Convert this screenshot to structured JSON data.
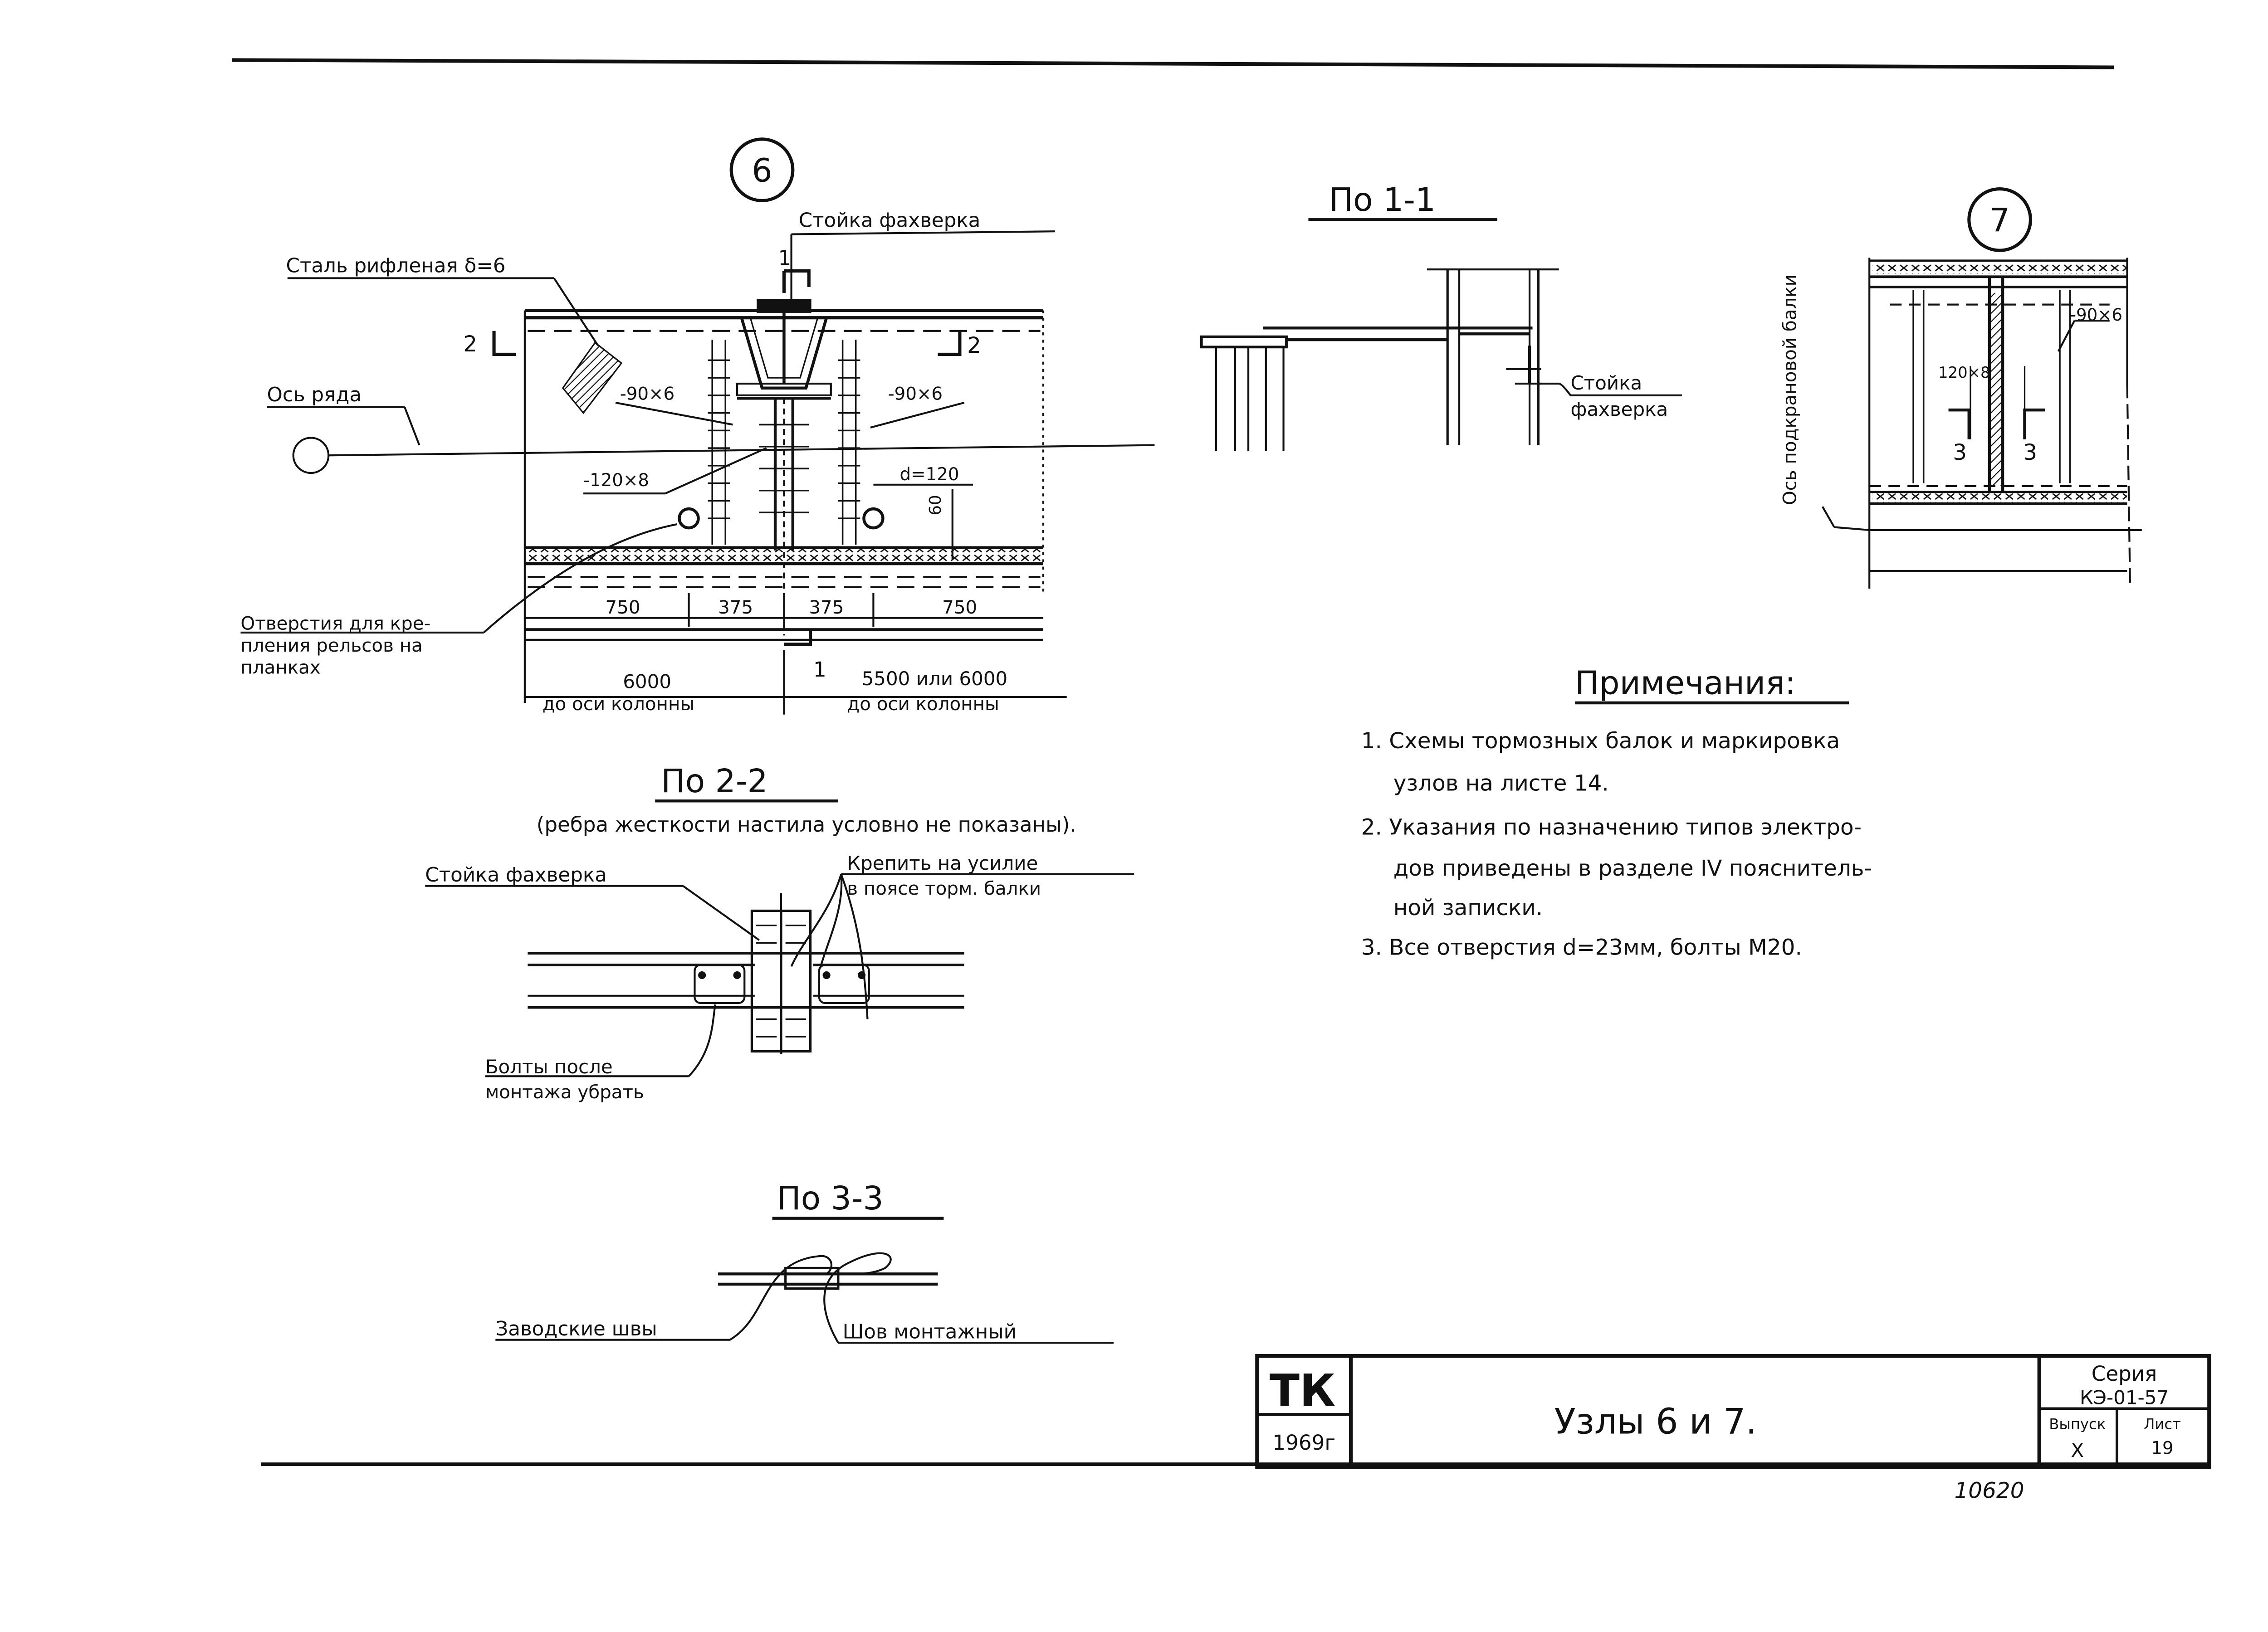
{
  "node6": {
    "number": "6",
    "label_stoika": "Стойка фахверка",
    "label_stal": "Сталь рифленая δ=6",
    "label_os": "Ось ряда",
    "label_plate1": "-90×6",
    "label_plate2": "-90×6",
    "label_plate3": "-120×8",
    "label_d": "d=120",
    "dim_60": "60",
    "label_holes": [
      "Отверстия для кре-",
      "пления рельсов на",
      "планках"
    ],
    "dims": [
      "750",
      "375",
      "375",
      "750"
    ],
    "span_left": "6000",
    "span_left_sub": "до оси колонны",
    "span_right": "5500 или 6000",
    "span_right_sub": "до оси колонны",
    "sect_1": "1",
    "sect_2": "2"
  },
  "view11": {
    "title": "По 1-1",
    "label": [
      "Стойка",
      "фахверка"
    ]
  },
  "node7": {
    "number": "7",
    "axis_label": "Ось подкрановой балки",
    "plate1": "-90×6",
    "plate2": "120×8",
    "sect_3": "3"
  },
  "view22": {
    "title": "По 2-2",
    "subtitle": "(ребра жесткости настила условно не показаны).",
    "label_stoika": "Стойка фахверка",
    "label_krepit": [
      "Крепить на усилие",
      "в поясе торм. балки"
    ],
    "label_bolty": [
      "Болты после",
      "монтажа убрать"
    ]
  },
  "view33": {
    "title": "По 3-3",
    "label_zavod": "Заводские швы",
    "label_shov": "Шов монтажный"
  },
  "notes": {
    "title": "Примечания:",
    "lines": [
      "1. Схемы тормозных балок и маркировка",
      "узлов на листе 14.",
      "2. Указания по назначению типов электро-",
      "дов приведены в разделе IV пояснитель-",
      "ной записки.",
      "3. Все отверстия d=23мм, болты М20."
    ]
  },
  "titleblock": {
    "org": "ТК",
    "year": "1969г",
    "title": "Узлы 6 и 7.",
    "series_label": "Серия",
    "series": "КЭ-01-57",
    "vypusk_label": "Выпуск",
    "list_label": "Лист",
    "vypusk": "X",
    "list": "19"
  },
  "stamp_number": "10620"
}
